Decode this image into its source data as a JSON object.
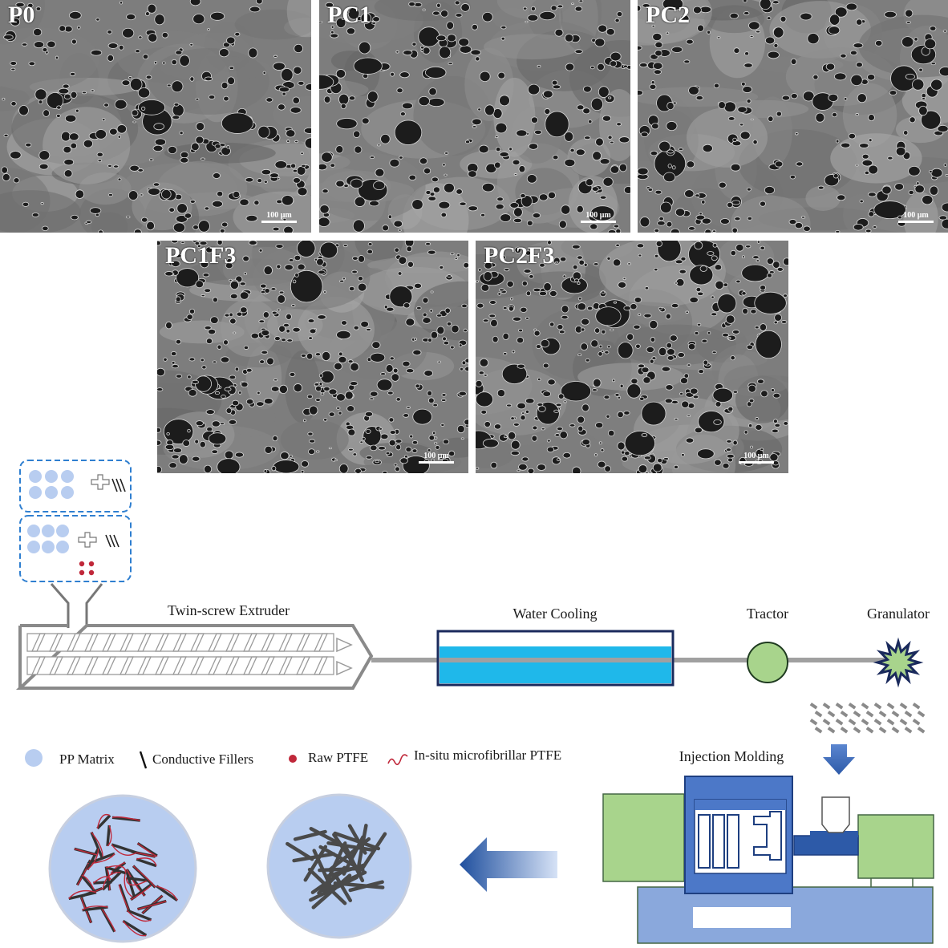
{
  "sem_panels": [
    {
      "label": "P0",
      "scale": "100 μm"
    },
    {
      "label": "PC1",
      "scale": "100 μm"
    },
    {
      "label": "PC2",
      "scale": "100 μm"
    },
    {
      "label": "PC1F3",
      "scale": "100 μm"
    },
    {
      "label": "PC2F3",
      "scale": "100 μm"
    }
  ],
  "process": {
    "extruder": "Twin-screw Extruder",
    "cooling": "Water Cooling",
    "tractor": "Tractor",
    "granulator": "Granulator",
    "injection": "Injection Molding"
  },
  "legend": {
    "pp": "PP Matrix",
    "fillers": "Conductive Fillers",
    "raw_ptfe": "Raw PTFE",
    "micro_ptfe": "In-situ microfibrillar PTFE"
  },
  "colors": {
    "dashed_box": "#2f7fd0",
    "pp_circle": "#b8cdf0",
    "water": "#1fb8ea",
    "cooling_border": "#1a2a5c",
    "green": "#a8d48c",
    "granulator_fill": "#a8d48c",
    "machine_blue": "#4c78c8",
    "base_blue": "#8aa8dc",
    "ptfe_red": "#c0283a",
    "arrow_blue": "#3d6bbf"
  }
}
